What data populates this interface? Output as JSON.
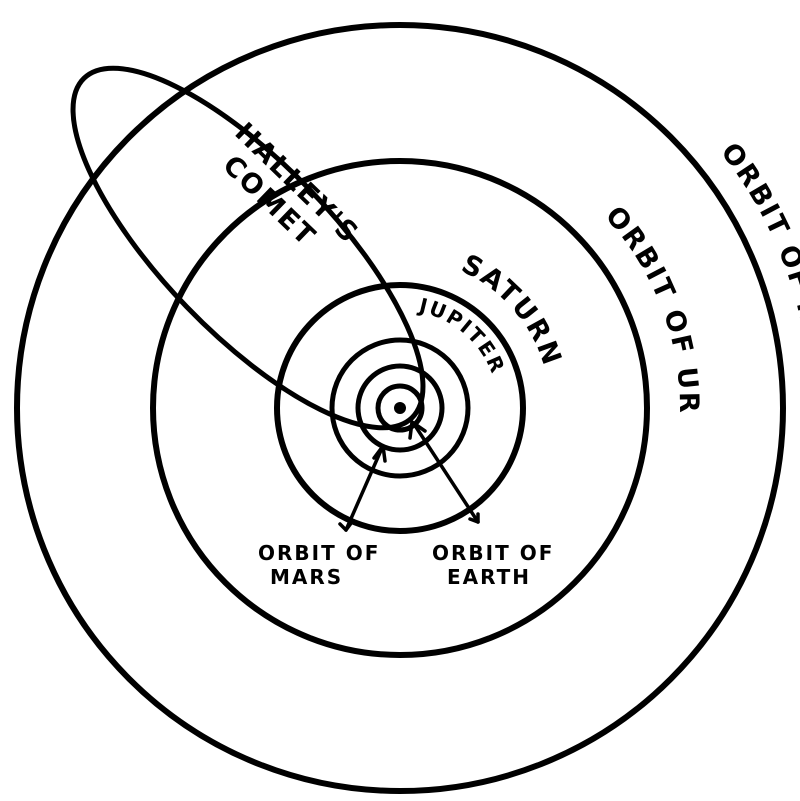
{
  "labels": {
    "neptune": "ORBIT OF NEPTUNE",
    "uranus": "ORBIT OF URANUS",
    "saturn": "SATURN",
    "jupiter": "JUPITER",
    "comet_line1": "HALLEY'S",
    "comet_line2": "COMET",
    "mars_line1": "ORBIT OF",
    "mars_line2": "MARS",
    "earth_line1": "ORBIT OF",
    "earth_line2": "EARTH"
  },
  "colors": {
    "ink": "#000000",
    "paper": "#ffffff"
  }
}
